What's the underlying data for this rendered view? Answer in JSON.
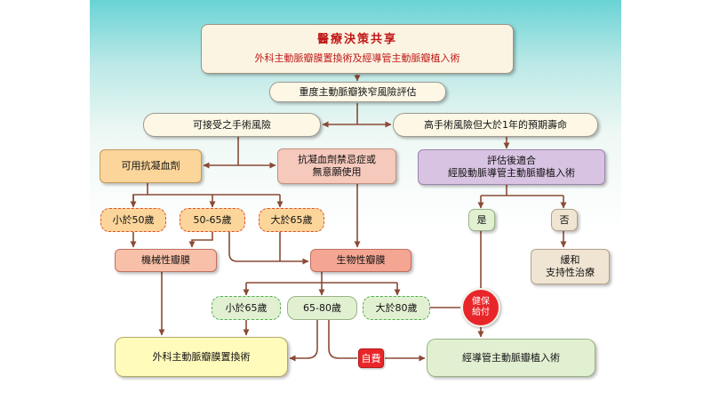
{
  "title": {
    "main": "醫療決策共享",
    "subtitle": "外科主動脈瓣膜置換術及經導管主動脈瓣植入術"
  },
  "nodes": {
    "assessment": "重度主動脈瓣狹窄風險評估",
    "acceptable_risk": "可接受之手術風險",
    "high_risk": "高手術風險但大於1年的預期壽命",
    "anticoagulant_ok": "可用抗凝血劑",
    "anticoagulant_contra_line1": "抗凝血劑禁忌症或",
    "anticoagulant_contra_line2": "無意願使用",
    "evaluate_line1": "評估後適合",
    "evaluate_line2": "經股動脈導管主動脈瓣植入術",
    "age_under50": "小於50歲",
    "age_50_65": "50-65歲",
    "age_over65_top": "大於65歲",
    "yes": "是",
    "no": "否",
    "mechanical_valve": "機械性瓣膜",
    "bio_valve": "生物性瓣膜",
    "palliative_line1": "緩和",
    "palliative_line2": "支持性治療",
    "age_under65": "小於65歲",
    "age_65_80": "65-80歲",
    "age_over80": "大於80歲",
    "insurance_line1": "健保",
    "insurance_line2": "給付",
    "savr": "外科主動脈瓣膜置換術",
    "self_pay": "自費",
    "tavi": "經導管主動脈瓣植入術"
  },
  "colors": {
    "arrow": "#8a4a35",
    "accent_red": "#e8262a",
    "title_red": "#c01818"
  }
}
